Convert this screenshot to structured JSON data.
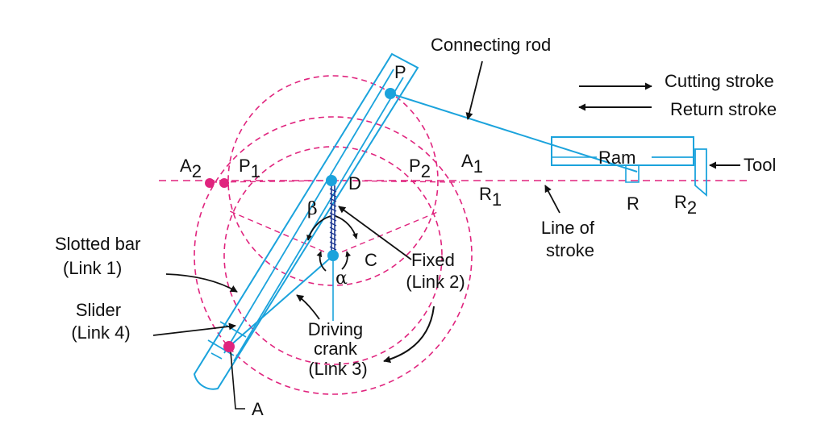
{
  "colors": {
    "mechanism": "#1ba3dc",
    "circle": "#e0247e",
    "joint_pink": "#e0247e",
    "joint_blue": "#1ba3dc",
    "label": "#111111",
    "arrow": "#111111"
  },
  "labels": {
    "connecting_rod": "Connecting rod",
    "cutting_stroke": "Cutting stroke",
    "return_stroke": "Return stroke",
    "p": "P",
    "a2_main": "A",
    "a2_sub": "2",
    "p1_main": "P",
    "p1_sub": "1",
    "d": "D",
    "p2_main": "P",
    "p2_sub": "2",
    "a1_main": "A",
    "a1_sub": "1",
    "r1_main": "R",
    "r1_sub": "1",
    "ram": "Ram",
    "tool": "Tool",
    "r": "R",
    "r2_main": "R",
    "r2_sub": "2",
    "beta": "β",
    "alpha": "α",
    "c": "C",
    "slotted_bar_1": "Slotted bar",
    "slotted_bar_2": "(Link 1)",
    "fixed_1": "Fixed",
    "fixed_2": "(Link 2)",
    "slider_1": "Slider",
    "slider_2": "(Link 4)",
    "driving_1": "Driving",
    "driving_2": "crank",
    "driving_3": "(Link 3)",
    "line_of_stroke_1": "Line of",
    "line_of_stroke_2": "stroke",
    "a": "A"
  }
}
